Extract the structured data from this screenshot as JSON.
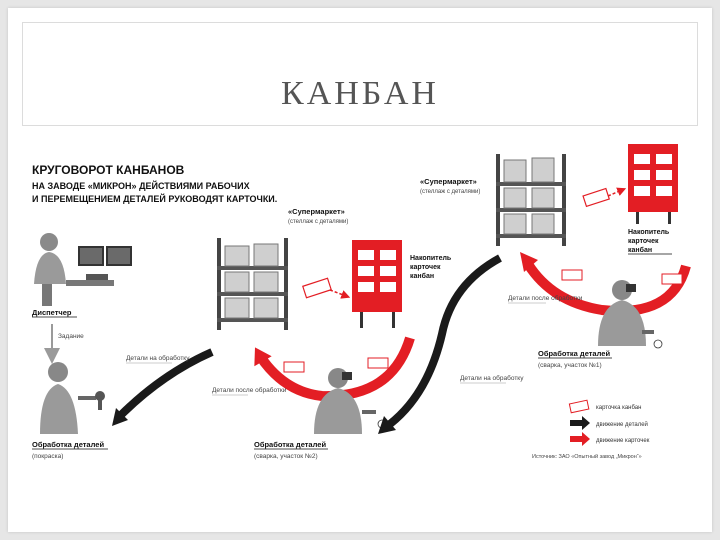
{
  "slide": {
    "title": "КАНБАН"
  },
  "figure": {
    "heading_line1": "КРУГОВОРОТ КАНБАНОВ",
    "heading_line2": "НА ЗАВОДЕ «МИКРОН» ДЕЙСТВИЯМИ РАБОЧИХ",
    "heading_line3": "И ПЕРЕМЕЩЕНИЕМ ДЕТАЛЕЙ РУКОВОДЯТ КАРТОЧКИ.",
    "dispatcher": "Диспетчер",
    "task": "Задание",
    "parts_to_process_1": "Детали на обработку",
    "parts_after_1": "Детали после обработки",
    "parts_to_process_2": "Детали на обработку",
    "parts_after_2": "Детали после обработки",
    "supermarket_1_line1": "«Супермаркет»",
    "supermarket_1_line2": "(стеллаж с деталями)",
    "supermarket_2_line1": "«Супермаркет»",
    "supermarket_2_line2": "(стеллаж с деталями)",
    "board_1_line1": "Накопитель",
    "board_1_line2": "карточек",
    "board_1_line3": "канбан",
    "board_2_line1": "Накопитель",
    "board_2_line2": "карточек",
    "board_2_line3": "канбан",
    "station_paint_line1": "Обработка деталей",
    "station_paint_line2": "(покраска)",
    "station_weld2_line1": "Обработка деталей",
    "station_weld2_line2": "(сварка, участок №2)",
    "station_weld1_line1": "Обработка деталей",
    "station_weld1_line2": "(сварка, участок №1)",
    "legend_card": "карточка канбан",
    "legend_parts": "движение деталей",
    "legend_cards_move": "движение карточек",
    "source": "Источник: ЗАО «Опытный завод „Микрон“»"
  },
  "colors": {
    "red": "#e31e24",
    "dark": "#1a1a1a",
    "gray": "#9a9a9a"
  }
}
